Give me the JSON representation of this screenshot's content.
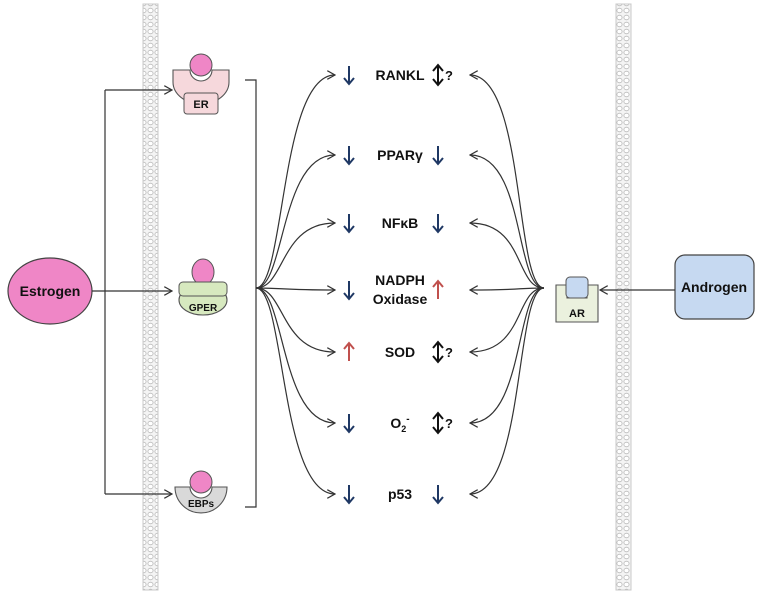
{
  "ligands": {
    "estrogen": "Estrogen",
    "androgen": "Androgen"
  },
  "receptors": {
    "er": "ER",
    "gper": "GPER",
    "ebps": "EBPs",
    "ar": "AR"
  },
  "targets": [
    {
      "name": "RANKL",
      "estrogen_effect": "down",
      "androgen_effect": "both",
      "androgen_mark": "?"
    },
    {
      "name": "PPARγ",
      "estrogen_effect": "down",
      "androgen_effect": "down",
      "androgen_mark": ""
    },
    {
      "name": "NFκB",
      "estrogen_effect": "down",
      "androgen_effect": "down",
      "androgen_mark": ""
    },
    {
      "name": "NADPH",
      "name_line2": "Oxidase",
      "estrogen_effect": "down",
      "androgen_effect": "up",
      "androgen_mark": ""
    },
    {
      "name": "SOD",
      "estrogen_effect": "up",
      "androgen_effect": "both",
      "androgen_mark": "?"
    },
    {
      "name": "O",
      "subscript": "2",
      "superscript": "-",
      "estrogen_effect": "down",
      "androgen_effect": "both",
      "androgen_mark": "?"
    },
    {
      "name": "p53",
      "estrogen_effect": "down",
      "androgen_effect": "down",
      "androgen_mark": ""
    }
  ],
  "colors": {
    "estrogen_fill": "#ef86c6",
    "androgen_fill": "#c6d9f1",
    "down_arrow": "#1f3864",
    "up_arrow": "#c0504d",
    "both_arrow": "#111111",
    "er_receptor": "#f6d8dc",
    "gper_receptor": "#d7e9bf",
    "ebps_receptor": "#d9d9d9",
    "ar_receptor": "#ebf1de",
    "membrane": "#cfcfcf"
  }
}
